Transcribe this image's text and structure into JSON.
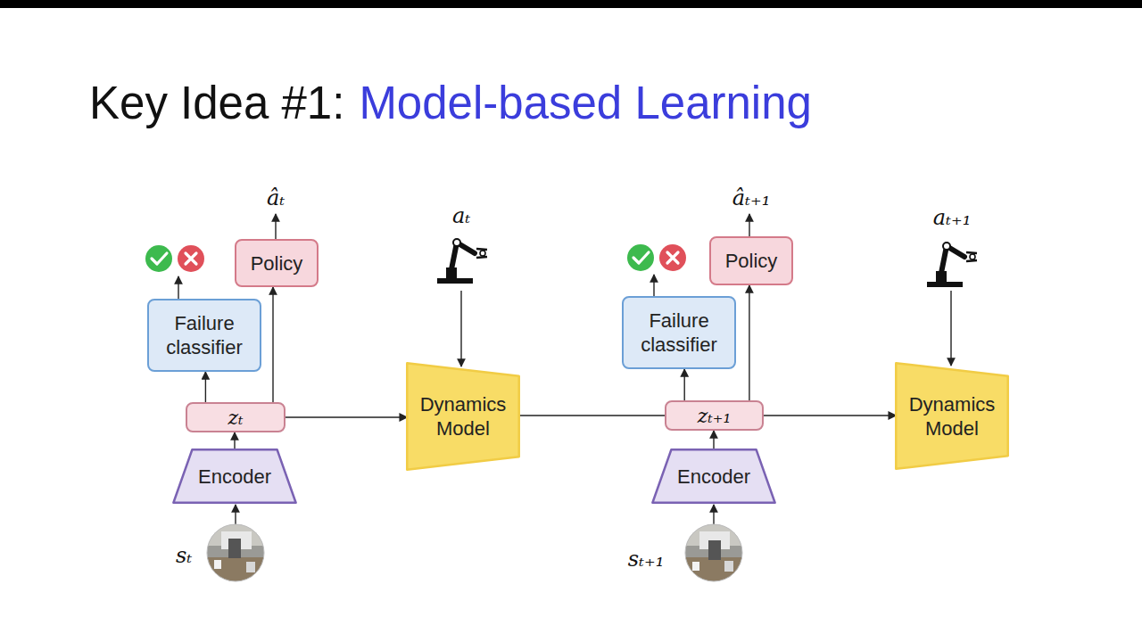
{
  "diagram": {
    "title": "Key Idea #1:",
    "nodes": [
      {
        "text": [
          "Failure classifier"
        ]
      },
      {
        "text": [
          "Policy"
        ]
      },
      {
        "text": [
          "zₜ"
        ]
      },
      {
        "text": [
          "Encoder"
        ]
      },
      {
        "text": [
          "Dynamics Model"
        ]
      },
      {
        "text": [
          "Failure classifier"
        ]
      },
      {
        "text": [
          "Policy"
        ]
      },
      {
        "text": [
          "zₜ₊₁"
        ]
      },
      {
        "text": [
          "Encoder"
        ]
      },
      {
        "text": [
          "Dynamics Model"
        ]
      }
    ],
    "edges": [
      {
        "from": 2,
        "to": 0,
        "arrow": "to"
      },
      {
        "from": 2,
        "to": 1,
        "arrow": "to"
      },
      {
        "from": 3,
        "to": 2,
        "arrow": "to"
      },
      {
        "from": 2,
        "to": 4,
        "arrow": "to"
      },
      {
        "from": 4,
        "to": 7,
        "arrow": "none"
      },
      {
        "from": 7,
        "to": 5,
        "arrow": "to"
      },
      {
        "from": 7,
        "to": 6,
        "arrow": "to"
      },
      {
        "from": 8,
        "to": 7,
        "arrow": "to"
      },
      {
        "from": 7,
        "to": 9,
        "arrow": "to"
      }
    ],
    "labels": [
      "Model-based Learning",
      "âₜ",
      "aₜ",
      "sₜ",
      "âₜ₊₁",
      "aₜ₊₁",
      "sₜ₊₁"
    ]
  }
}
